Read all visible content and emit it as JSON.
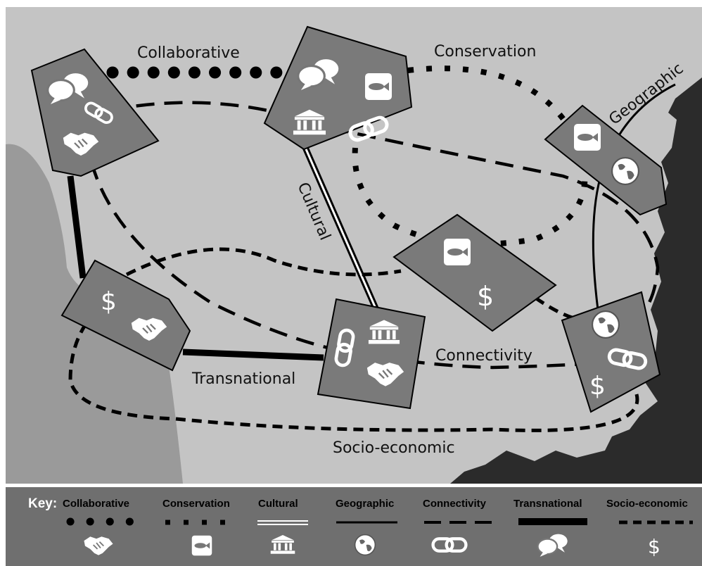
{
  "edge_labels": {
    "collaborative": "Collaborative",
    "conservation": "Conservation",
    "geographic": "Geographic",
    "cultural": "Cultural",
    "connectivity": "Connectivity",
    "transnational": "Transnational",
    "socio_economic": "Socio-economic"
  },
  "node_icons": {
    "node_1": [
      "speech-icon",
      "chain-link-icon",
      "handshake-icon"
    ],
    "node_2": [
      "speech-icon",
      "fish-icon",
      "museum-icon",
      "chain-link-icon"
    ],
    "node_3": [
      "fish-icon",
      "globe-icon"
    ],
    "node_4": [
      "fish-icon",
      "dollar-icon"
    ],
    "node_5": [
      "dollar-icon",
      "handshake-icon"
    ],
    "node_6": [
      "chain-link-icon",
      "museum-icon",
      "handshake-icon"
    ],
    "node_7": [
      "globe-icon",
      "chain-link-icon",
      "dollar-icon"
    ]
  },
  "dollar_symbol": "$",
  "key": {
    "title": "Key:",
    "items": [
      {
        "label": "Collaborative",
        "icon": "handshake-icon"
      },
      {
        "label": "Conservation",
        "icon": "fish-icon"
      },
      {
        "label": "Cultural",
        "icon": "museum-icon"
      },
      {
        "label": "Geographic",
        "icon": "globe-icon"
      },
      {
        "label": "Connectivity",
        "icon": "chain-link-icon"
      },
      {
        "label": "Transnational",
        "icon": "speech-icon"
      },
      {
        "label": "Socio-economic",
        "icon": "dollar-icon"
      }
    ]
  },
  "colors": {
    "background": "#c4c4c4",
    "land": "#9a9a9a",
    "dark_land": "#2b2b2b",
    "node_fill": "#7a7a7a",
    "key_bar": "#6f6f6f"
  }
}
